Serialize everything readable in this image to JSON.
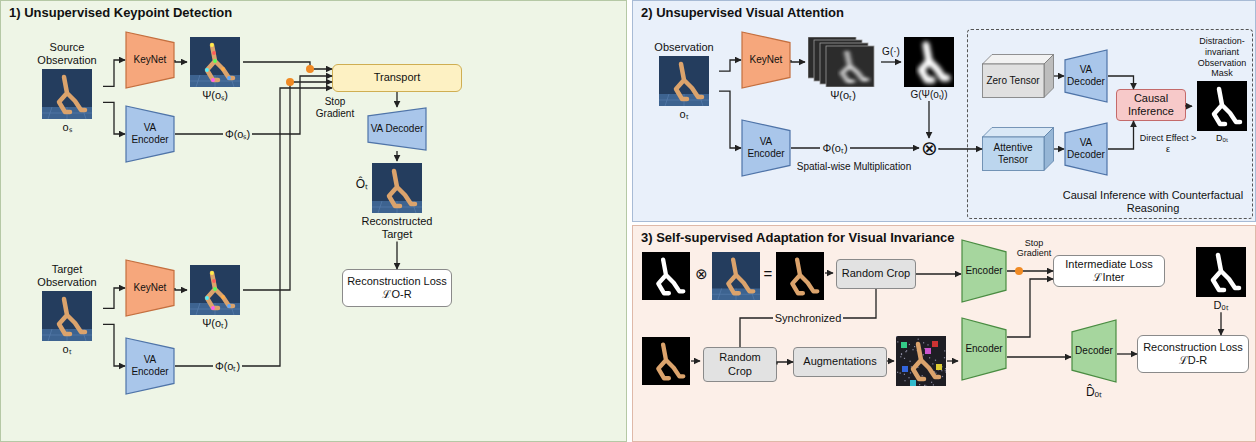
{
  "diagram": {
    "nodes": [
      {
        "text": [
          "1) Unsupervised Keypoint Detection"
        ]
      },
      {
        "text": [
          "2) Unsupervised Visual Attention"
        ]
      },
      {
        "text": [
          "3) Self-supervised Adaptation for Visual Invariance"
        ]
      },
      {
        "text": [
          "Source Observation",
          "oₛ"
        ],
        "in": 0
      },
      {
        "text": [
          "KeyNet"
        ],
        "in": 0
      },
      {
        "text": [
          "Ψ(oₛ)"
        ],
        "in": 0
      },
      {
        "text": [
          "VA Encoder"
        ],
        "in": 0
      },
      {
        "text": [
          "KeyNet"
        ],
        "in": 0
      },
      {
        "text": [
          "Ψ(oₜ)"
        ],
        "in": 0
      },
      {
        "text": [
          "Target Observation",
          "oₜ"
        ],
        "in": 0
      },
      {
        "text": [
          "VA Encoder"
        ],
        "in": 0
      },
      {
        "text": [
          "Transport"
        ],
        "in": 0
      },
      {
        "text": [
          "VA Decoder"
        ],
        "in": 0
      },
      {
        "text": [
          "Reconstructed Target",
          "Ôₜ"
        ],
        "in": 0
      },
      {
        "text": [
          "Reconstruction Loss ℒO-R"
        ],
        "in": 0
      },
      {
        "text": [
          "Observation",
          "oₜ"
        ],
        "in": 1
      },
      {
        "text": [
          "KeyNet"
        ],
        "in": 1
      },
      {
        "text": [
          "Ψ(oₜ)"
        ],
        "in": 1
      },
      {
        "text": [
          "G(Ψ(oₜ))"
        ],
        "in": 1
      },
      {
        "text": [
          "VA Encoder"
        ],
        "in": 1
      },
      {
        "text": [
          "⊗"
        ],
        "in": 1
      },
      {
        "text": [
          "Causal Inference with Counterfactual Reasoning"
        ],
        "in": 1
      },
      {
        "text": [
          "Zero Tensor"
        ],
        "in": 21
      },
      {
        "text": [
          "Attentive Tensor"
        ],
        "in": 21
      },
      {
        "text": [
          "VA Decoder"
        ],
        "in": 21
      },
      {
        "text": [
          "VA Decoder"
        ],
        "in": 21
      },
      {
        "text": [
          "Causal Inference"
        ],
        "in": 21
      },
      {
        "text": [
          "Distraction-invariant Observation Mask",
          "Dₒₜ"
        ],
        "in": 21
      },
      {
        "text": [
          "Random Crop"
        ],
        "in": 2
      },
      {
        "text": [
          "Encoder"
        ],
        "in": 2
      },
      {
        "text": [
          "Intermediate Loss ℒInter"
        ],
        "in": 2
      },
      {
        "text": [
          "Dₒₜ"
        ],
        "in": 2
      },
      {
        "text": [
          "Random Crop"
        ],
        "in": 2
      },
      {
        "text": [
          "Augmentations"
        ],
        "in": 2
      },
      {
        "text": [
          "Encoder"
        ],
        "in": 2
      },
      {
        "text": [
          "Decoder",
          "D̂ₒₜ"
        ],
        "in": 2
      },
      {
        "text": [
          "Reconstruction Loss ℒD-R"
        ],
        "in": 2
      }
    ],
    "edges": [
      {
        "from": 3,
        "to": 4,
        "arrow": "to"
      },
      {
        "from": 3,
        "to": 6,
        "arrow": "to"
      },
      {
        "from": 4,
        "to": 5,
        "arrow": "to"
      },
      {
        "from": 5,
        "to": 11,
        "arrow": "to"
      },
      {
        "from": 6,
        "to": 11,
        "arrow": "to",
        "label": "Φ(oₛ)"
      },
      {
        "from": 9,
        "to": 7,
        "arrow": "to"
      },
      {
        "from": 9,
        "to": 10,
        "arrow": "to"
      },
      {
        "from": 7,
        "to": 8,
        "arrow": "to"
      },
      {
        "from": 8,
        "to": 11,
        "arrow": "to"
      },
      {
        "from": 10,
        "to": 11,
        "arrow": "to",
        "label": "Φ(oₜ)"
      },
      {
        "from": 11,
        "to": 12,
        "arrow": "to"
      },
      {
        "from": 12,
        "to": 13,
        "arrow": "to"
      },
      {
        "from": 13,
        "to": 14,
        "arrow": "to"
      },
      {
        "from": 15,
        "to": 16,
        "arrow": "to"
      },
      {
        "from": 15,
        "to": 19,
        "arrow": "to"
      },
      {
        "from": 16,
        "to": 17,
        "arrow": "to"
      },
      {
        "from": 17,
        "to": 18,
        "arrow": "to",
        "label": "G(·)"
      },
      {
        "from": 18,
        "to": 20,
        "arrow": "to"
      },
      {
        "from": 19,
        "to": 20,
        "arrow": "to",
        "label": "Φ(oₜ)"
      },
      {
        "from": 20,
        "to": 23,
        "arrow": "to"
      },
      {
        "from": 22,
        "to": 24,
        "arrow": "to"
      },
      {
        "from": 23,
        "to": 25,
        "arrow": "to"
      },
      {
        "from": 24,
        "to": 26,
        "arrow": "to"
      },
      {
        "from": 25,
        "to": 26,
        "arrow": "to"
      },
      {
        "from": 26,
        "to": 27,
        "arrow": "to",
        "label": "Direct Effect > ε"
      },
      {
        "from": 28,
        "to": 29,
        "arrow": "to"
      },
      {
        "from": 29,
        "to": 30,
        "arrow": "to"
      },
      {
        "from": 34,
        "to": 30,
        "arrow": "to"
      },
      {
        "from": 32,
        "to": 33,
        "arrow": "to"
      },
      {
        "from": 34,
        "to": 35,
        "arrow": "to"
      },
      {
        "from": 35,
        "to": 36,
        "arrow": "to"
      },
      {
        "from": 31,
        "to": 36,
        "arrow": "to"
      },
      {
        "from": 32,
        "to": 28,
        "arrow": "none",
        "label": "Synchronized"
      }
    ],
    "labels": [
      "Stop Gradient",
      "Spatial-wise Multiplication",
      "Stop Gradient",
      "⊗",
      "="
    ]
  }
}
